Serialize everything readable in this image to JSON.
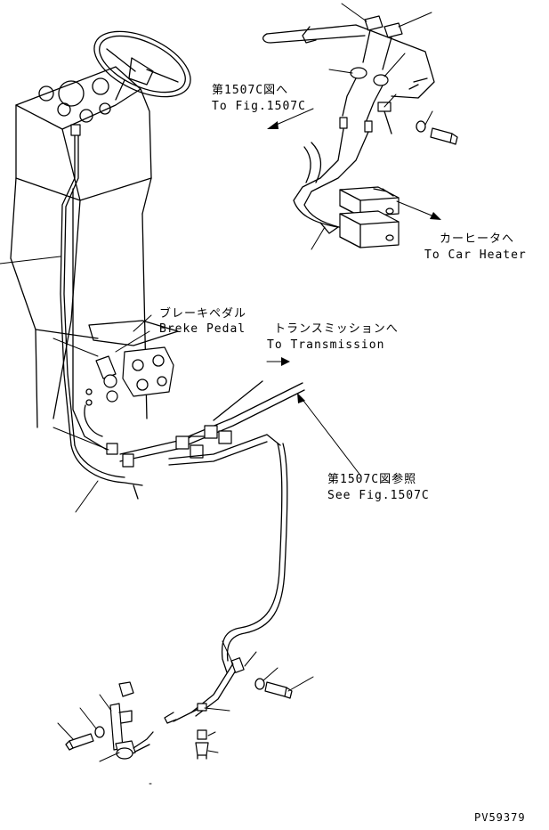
{
  "labels": {
    "fig1507c_ja": "第1507C図へ",
    "fig1507c_en": "To Fig.1507C",
    "car_heater_ja": "カーヒータへ",
    "car_heater_en": "To Car Heater",
    "brake_pedal_ja": "ブレーキペダル",
    "brake_pedal_en": "Breke Pedal",
    "transmission_ja": "トランスミッションへ",
    "transmission_en": "To Transmission",
    "see_fig_ja": "第1507C図参照",
    "see_fig_en": "See Fig.1507C",
    "drawing_no": "PV59379"
  }
}
